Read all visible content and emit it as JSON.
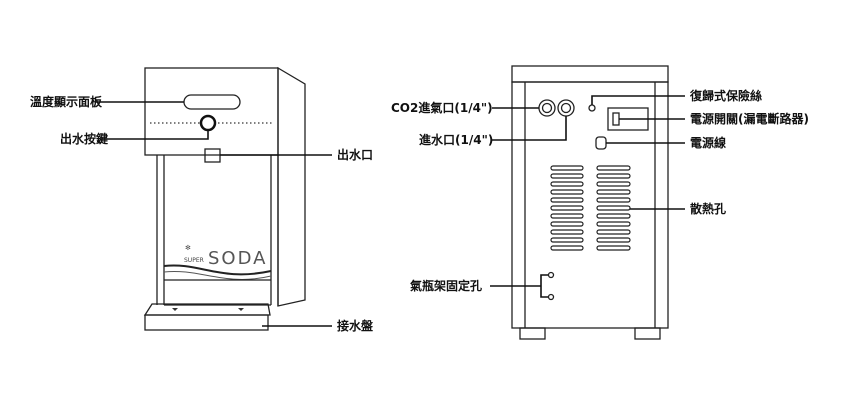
{
  "front_view": {
    "brand_small": "SUPER",
    "brand_large": "SODA",
    "labels": {
      "display_panel": "溫度顯示面板",
      "dispense_button": "出水按鍵",
      "water_outlet": "出水口",
      "drip_tray": "接水盤"
    }
  },
  "back_view": {
    "labels": {
      "co2_inlet": "CO2進氣口(1/4\")",
      "water_inlet": "進水口(1/4\")",
      "reset_fuse": "復歸式保險絲",
      "power_switch": "電源開關(漏電斷路器)",
      "power_cord": "電源線",
      "vents": "散熱孔",
      "cylinder_mount_holes": "氣瓶架固定孔"
    }
  }
}
